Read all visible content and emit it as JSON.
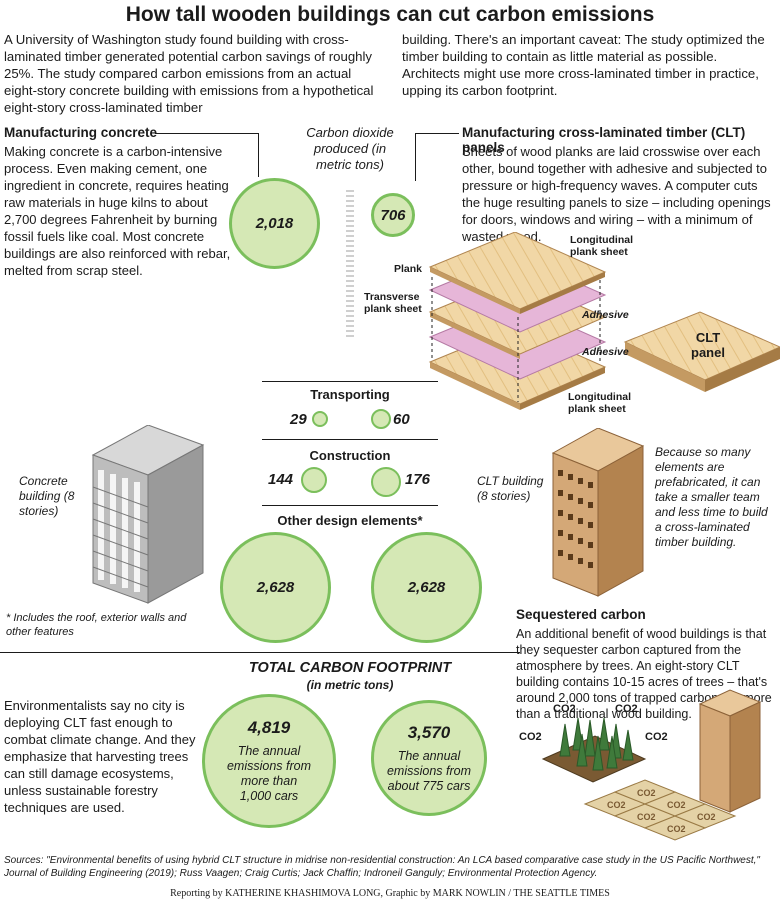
{
  "title": "How tall wooden buildings can cut carbon emissions",
  "intro_left": "A University of Washington study found building with cross-laminated timber generated potential carbon savings of roughly 25%. The study compared carbon emissions from an actual eight-story concrete building with emissions from a hypothetical eight-story cross-laminated timber",
  "intro_right": "building. There's an important caveat: The study optimized the timber building to contain as little material as possible. Architects might use more cross-laminated timber in practice, upping its carbon footprint.",
  "concrete": {
    "heading": "Manufacturing concrete",
    "body": "Making concrete is a carbon-intensive process. Even making cement, one ingredient in concrete, requires heating raw materials in huge kilns to about 2,700 degrees Fahrenheit by burning fossil fuels like coal. Most concrete buildings are also reinforced with rebar, melted from scrap steel."
  },
  "center_label": "Carbon dioxide produced (in metric tons)",
  "clt": {
    "heading": "Manufacturing cross-laminated timber (CLT) panels",
    "body": "Sheets of wood planks are laid crosswise over each other, bound together with adhesive and subjected to pressure or high-frequency waves. A computer cuts the huge resulting panels to size – including openings for doors, windows and wiring – with a minimum of wasted wood."
  },
  "diagram_labels": {
    "longitudinal_top": "Longitudinal plank sheet",
    "plank": "Plank",
    "transverse": "Transverse plank sheet",
    "adhesive1": "Adhesive",
    "adhesive2": "Adhesive",
    "longitudinal_bottom": "Longitudinal plank sheet",
    "clt_panel": "CLT panel"
  },
  "chart_data": {
    "type": "bubble",
    "series": [
      {
        "name": "Concrete building (8 stories)",
        "values": {
          "Manufacturing": 2018,
          "Transporting": 29,
          "Construction": 144,
          "Other design elements": 2628,
          "Total": 4819
        }
      },
      {
        "name": "CLT building (8 stories)",
        "values": {
          "Manufacturing": 706,
          "Transporting": 60,
          "Construction": 176,
          "Other design elements": 2628,
          "Total": 3570
        }
      }
    ]
  },
  "values": {
    "conc_manuf": "2,018",
    "clt_manuf": "706",
    "conc_transport": "29",
    "clt_transport": "60",
    "conc_construct": "144",
    "clt_construct": "176",
    "conc_other": "2,628",
    "clt_other": "2,628",
    "conc_total": "4,819",
    "clt_total": "3,570"
  },
  "sections": {
    "transporting": "Transporting",
    "construction": "Construction",
    "other": "Other design elements*",
    "total": "TOTAL CARBON FOOTPRINT",
    "total_sub": "(in metric tons)"
  },
  "concrete_building_label": "Concrete building (8 stories)",
  "clt_building_label": "CLT building (8 stories)",
  "clt_building_note": "Because so many elements are prefabricated, it can take a smaller team and less time to build a cross-laminated timber building.",
  "footnote": "* Includes the roof, exterior walls and other features",
  "sequestered": {
    "heading": "Sequestered carbon",
    "body": "An additional benefit of wood buildings is that they sequester carbon captured from the atmosphere by trees. An eight-story CLT building contains 10-15 acres of trees – that's around 2,000 tons of trapped carbon, far more than a traditional wood building."
  },
  "co2": "CO2",
  "env_text": "Environmentalists say no city is deploying CLT fast enough to combat climate change. And they emphasize that harvesting trees can still damage ecosystems, unless sustainable forestry techniques are used.",
  "conc_total_note": "The annual emissions from more than 1,000 cars",
  "clt_total_note": "The annual emissions from about 775 cars",
  "sources": "Sources: \"Environmental benefits of using hybrid CLT structure in midrise non-residential construction: An LCA based comparative case study in the US Pacific Northwest,\" Journal of Building Engineering (2019); Russ Vaagen; Craig Curtis; Jack Chaffin; Indroneil Ganguly; Environmental Protection Agency.",
  "credits": "Reporting by KATHERINE KHASHIMOVA LONG, Graphic by MARK NOWLIN / THE SEATTLE TIMES"
}
